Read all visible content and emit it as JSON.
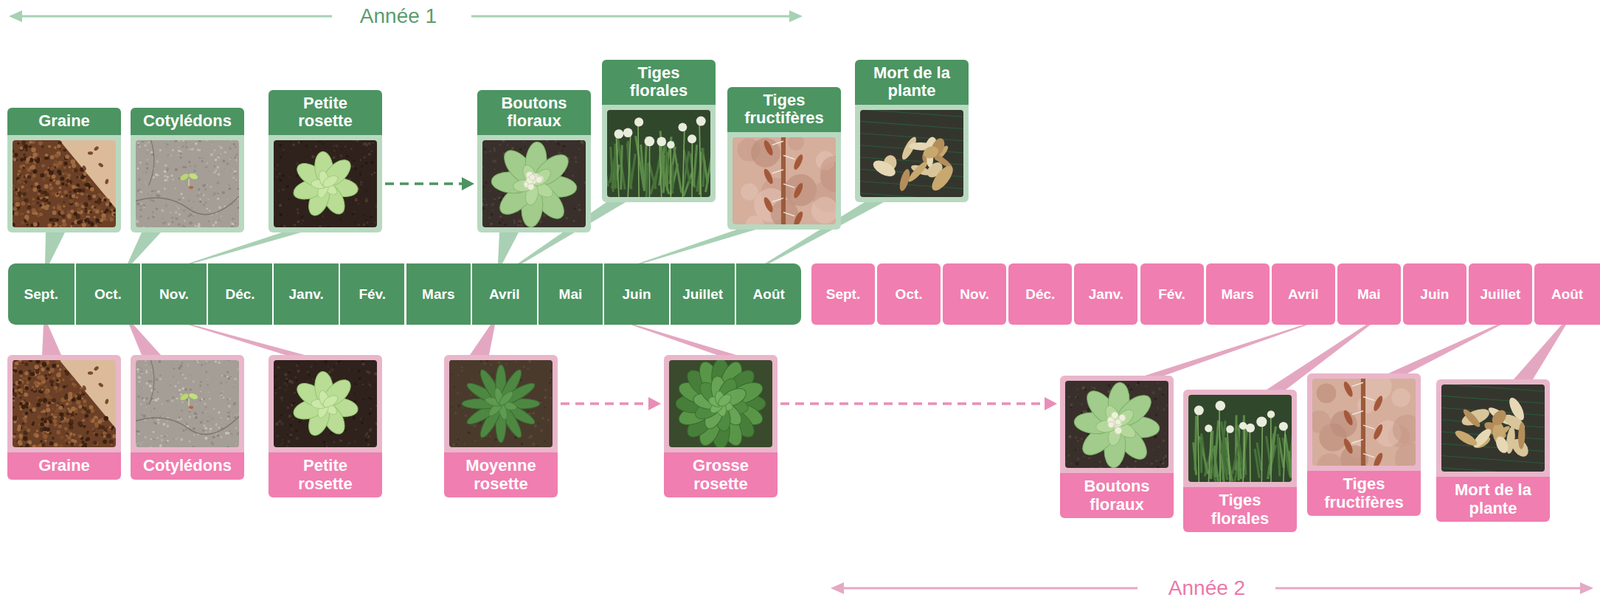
{
  "diagram": {
    "nodes": [
      {
        "text": [
          "Graine"
        ]
      },
      {
        "text": [
          "Cotylédons"
        ]
      },
      {
        "text": [
          "Petite rosette"
        ]
      },
      {
        "text": [
          "Boutons floraux"
        ]
      },
      {
        "text": [
          "Tiges florales"
        ]
      },
      {
        "text": [
          "Tiges fructifères"
        ]
      },
      {
        "text": [
          "Mort de la plante"
        ]
      },
      {
        "text": [
          "Sept."
        ]
      },
      {
        "text": [
          "Oct."
        ]
      },
      {
        "text": [
          "Nov."
        ]
      },
      {
        "text": [
          "Déc."
        ]
      },
      {
        "text": [
          "Janv."
        ]
      },
      {
        "text": [
          "Fév."
        ]
      },
      {
        "text": [
          "Mars"
        ]
      },
      {
        "text": [
          "Avril"
        ]
      },
      {
        "text": [
          "Mai"
        ]
      },
      {
        "text": [
          "Juin"
        ]
      },
      {
        "text": [
          "Juillet"
        ]
      },
      {
        "text": [
          "Août"
        ]
      },
      {
        "text": [
          "Sept."
        ]
      },
      {
        "text": [
          "Oct."
        ]
      },
      {
        "text": [
          "Nov."
        ]
      },
      {
        "text": [
          "Déc."
        ]
      },
      {
        "text": [
          "Janv."
        ]
      },
      {
        "text": [
          "Fév."
        ]
      },
      {
        "text": [
          "Mars"
        ]
      },
      {
        "text": [
          "Avril"
        ]
      },
      {
        "text": [
          "Mai"
        ]
      },
      {
        "text": [
          "Juin"
        ]
      },
      {
        "text": [
          "Juillet"
        ]
      },
      {
        "text": [
          "Août"
        ]
      },
      {
        "text": [
          "Graine"
        ]
      },
      {
        "text": [
          "Cotylédons"
        ]
      },
      {
        "text": [
          "Petite rosette"
        ]
      },
      {
        "text": [
          "Moyenne rosette"
        ]
      },
      {
        "text": [
          "Grosse rosette"
        ]
      },
      {
        "text": [
          "Boutons floraux"
        ]
      },
      {
        "text": [
          "Tiges florales"
        ]
      },
      {
        "text": [
          "Tiges fructifères"
        ]
      },
      {
        "text": [
          "Mort de la plante"
        ]
      }
    ],
    "edges": [
      {
        "from": 0,
        "to": 7,
        "arrow": "none"
      },
      {
        "from": 1,
        "to": 8,
        "arrow": "none"
      },
      {
        "from": 2,
        "to": 9,
        "arrow": "none"
      },
      {
        "from": 3,
        "to": 14,
        "arrow": "none"
      },
      {
        "from": 4,
        "to": 14,
        "arrow": "none"
      },
      {
        "from": 5,
        "to": 16,
        "arrow": "none"
      },
      {
        "from": 6,
        "to": 18,
        "arrow": "none"
      },
      {
        "from": 2,
        "to": 3,
        "arrow": "to"
      },
      {
        "from": 31,
        "to": 7,
        "arrow": "none"
      },
      {
        "from": 32,
        "to": 8,
        "arrow": "none"
      },
      {
        "from": 33,
        "to": 9,
        "arrow": "none"
      },
      {
        "from": 34,
        "to": 14,
        "arrow": "none"
      },
      {
        "from": 35,
        "to": 16,
        "arrow": "none"
      },
      {
        "from": 36,
        "to": 26,
        "arrow": "none"
      },
      {
        "from": 37,
        "to": 27,
        "arrow": "none"
      },
      {
        "from": 38,
        "to": 29,
        "arrow": "none"
      },
      {
        "from": 39,
        "to": 30,
        "arrow": "none"
      },
      {
        "from": 34,
        "to": 35,
        "arrow": "to"
      },
      {
        "from": 35,
        "to": 36,
        "arrow": "to"
      }
    ],
    "labels": [
      "Année 1",
      "Année 2"
    ]
  }
}
